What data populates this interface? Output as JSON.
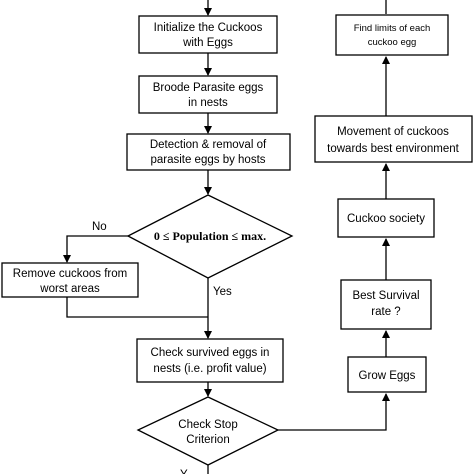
{
  "nodes": {
    "init": {
      "line1": "Initialize the Cuckoos",
      "line2": "with Eggs"
    },
    "broode": {
      "line1": "Broode Parasite eggs",
      "line2": "in nests"
    },
    "detect": {
      "line1": "Detection & removal of",
      "line2": "parasite eggs by hosts"
    },
    "population": {
      "line1": "0 ≤ Population ≤ max."
    },
    "remove": {
      "line1": "Remove cuckoos from",
      "line2": "worst areas"
    },
    "check_survived": {
      "line1": "Check survived eggs in",
      "line2": "nests (i.e. profit value)"
    },
    "check_stop": {
      "line1": "Check Stop",
      "line2": "Criterion"
    },
    "grow": {
      "line1": "Grow Eggs"
    },
    "best_survival": {
      "line1": "Best Survival",
      "line2": "rate ?"
    },
    "society": {
      "line1": "Cuckoo society"
    },
    "movement": {
      "line1": "Movement of cuckoos",
      "line2": "towards best environment"
    },
    "limits": {
      "line1": "Find limits of each",
      "line2": "cuckoo egg"
    }
  },
  "edge_labels": {
    "no": "No",
    "yes": "Yes",
    "bottom_partial": "Y"
  }
}
